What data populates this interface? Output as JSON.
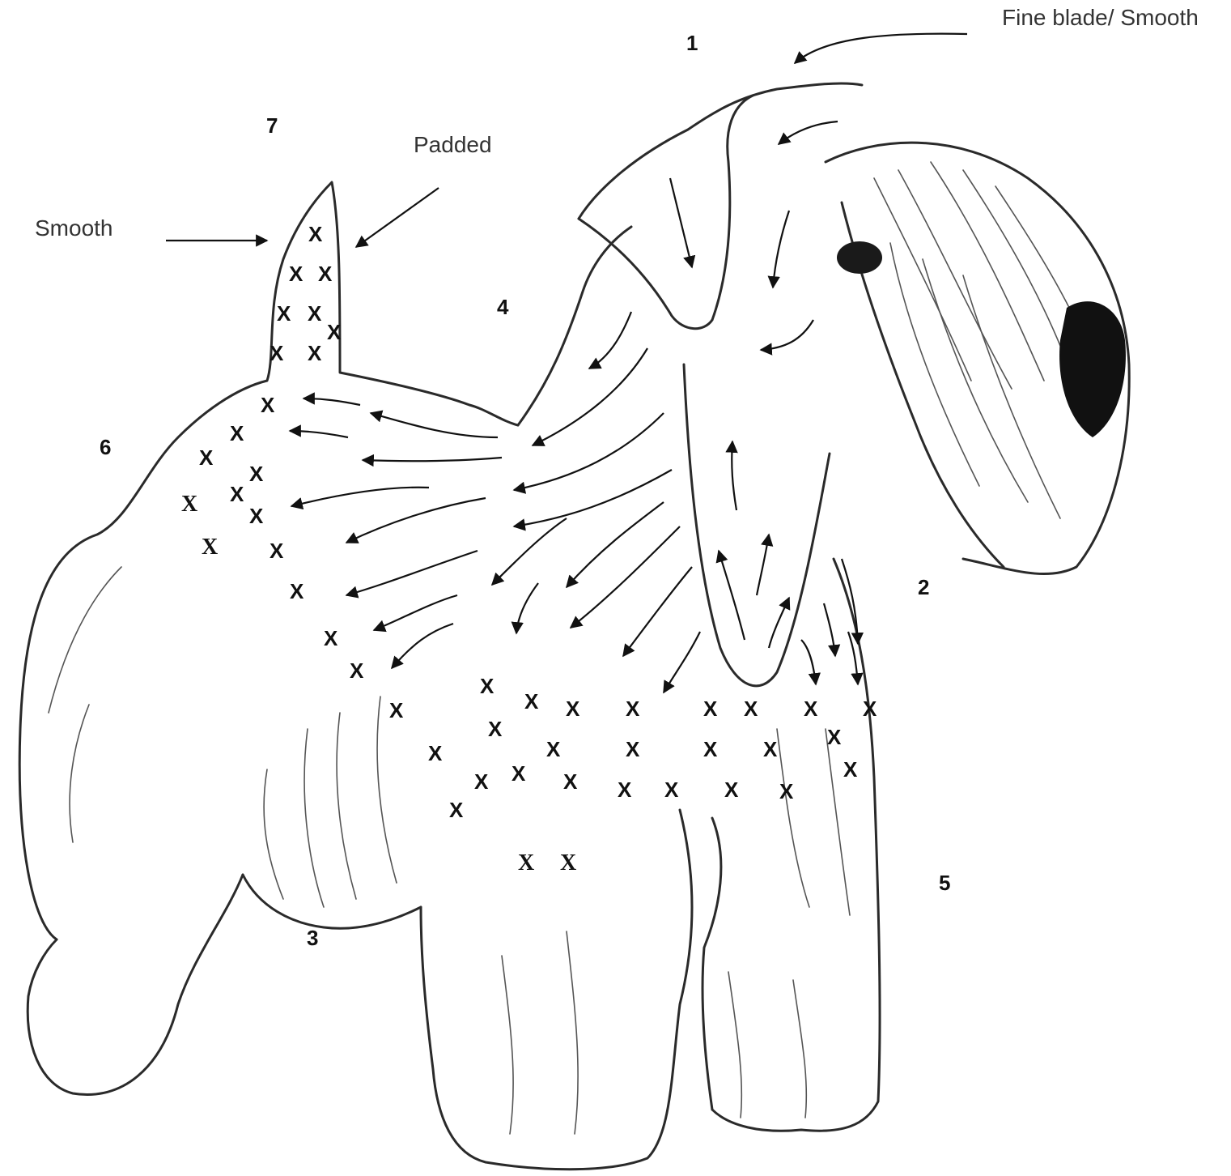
{
  "labels": {
    "fine_blade": "Fine blade/ Smooth",
    "padded": "Padded",
    "smooth": "Smooth"
  },
  "zones": [
    "1",
    "2",
    "3",
    "4",
    "5",
    "6",
    "7"
  ],
  "marks": {
    "clip_mark": "X"
  },
  "colors": {
    "ink": "#111111",
    "sketch": "#2a2a2a",
    "paper": "#ffffff"
  }
}
